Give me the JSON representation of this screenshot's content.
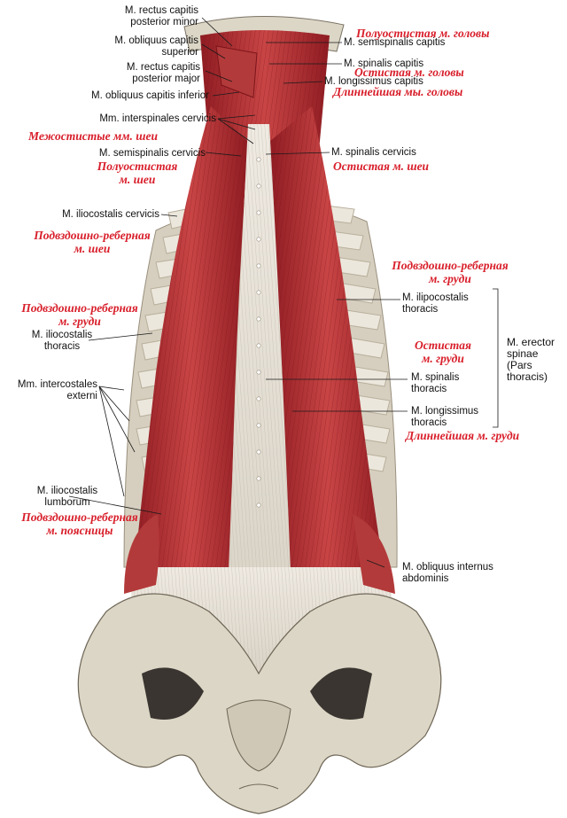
{
  "colors": {
    "muscle": "#c23a3a",
    "muscle_dark": "#8e1c22",
    "tendon": "#e8e4dc",
    "bone": "#dcd6c6",
    "russian_label": "#d81e2a",
    "label": "#111111",
    "leader": "#1a1a1a"
  },
  "labels_latin": {
    "rectus_minor": [
      "M. rectus capitis",
      "posterior minor"
    ],
    "obliquus_superior": [
      "M. obliquus capitis",
      "superior"
    ],
    "rectus_major": [
      "M. rectus capitis",
      "posterior major"
    ],
    "obliquus_inferior": "M. obliquus capitis inferior",
    "interspinales": "Mm. interspinales cervicis",
    "semispinalis_cervicis": "M. semispinalis cervicis",
    "iliocostalis_cervicis": "M. iliocostalis cervicis",
    "iliocostalis_thoracis_left": [
      "M. iliocostalis",
      "thoracis"
    ],
    "intercostales": [
      "Mm. intercostales",
      "externi"
    ],
    "iliocostalis_lumborum": [
      "M. iliocostalis",
      "lumborum"
    ],
    "semispinalis_capitis": "M. semispinalis capitis",
    "spinalis_capitis": "M. spinalis capitis",
    "longissimus_capitis": "M. longissimus capitis",
    "spinalis_cervicis": "M. spinalis cervicis",
    "ilipocostalis_thoracis_right": [
      "M. ilipocostalis",
      "thoracis"
    ],
    "spinalis_thoracis": [
      "M. spinalis",
      "thoracis"
    ],
    "longissimus_thoracis": [
      "M. longissimus",
      "thoracis"
    ],
    "erector_spinae": [
      "M. erector",
      "spinae",
      "(Pars",
      "thoracis)"
    ],
    "obliquus_internus": [
      "M. obliquus internus",
      "abdominis"
    ]
  },
  "labels_russian": {
    "polyostistaya_golovy": "Полуостистая м. головы",
    "ostistaya_golovy": "Остистая м. головы",
    "dlinneyshaya_golovy": "Длиннейшая мы. головы",
    "mezhostistye_shei": "Межостистые мм. шеи",
    "ostistaya_shei": "Остистая м. шеи",
    "polyostistaya_shei": [
      "Полуостистая",
      "м. шеи"
    ],
    "podvzdoshno_shei": [
      "Подвздошно-реберная",
      "м. шеи"
    ],
    "podvzdoshno_grudi_right": [
      "Подвздошно-реберная",
      "м. груди"
    ],
    "podvzdoshno_grudi_left": [
      "Подвздошно-реберная",
      "м. груди"
    ],
    "ostistaya_grudi": [
      "Остистая",
      "м. груди"
    ],
    "dlinneyshaya_grudi": "Длиннейшая м. груди",
    "podvzdoshno_poyasnitsy": [
      "Подвздошно-реберная",
      "м. поясницы"
    ]
  }
}
